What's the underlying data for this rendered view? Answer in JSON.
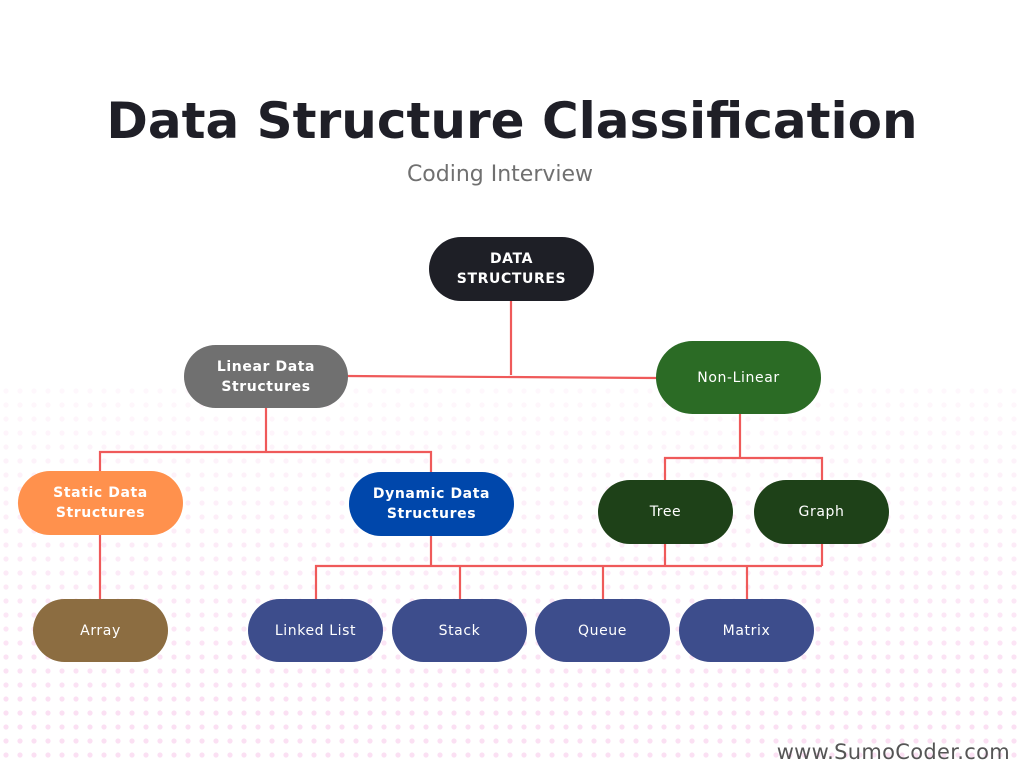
{
  "title": "Data Structure Classification",
  "subtitle": "Coding Interview",
  "footer": "www.SumoCoder.com",
  "colors": {
    "connector": "#ef5a5a",
    "root": "#1e1f26",
    "linear": "#707070",
    "static": "#ff914d",
    "dynamic": "#0047ab",
    "array": "#8c6d41",
    "nonlinear": "#2b6b25",
    "tree_graph": "#1e4118",
    "leaf": "#3d4d8c",
    "dots": "#fbe0f3"
  },
  "nodes": {
    "root": {
      "label": "DATA\nSTRUCTURES"
    },
    "linear": {
      "label": "Linear Data\nStructures"
    },
    "nonlinear": {
      "label": "Non-Linear"
    },
    "static": {
      "label": "Static Data\nStructures"
    },
    "dynamic": {
      "label": "Dynamic Data\nStructures"
    },
    "tree": {
      "label": "Tree"
    },
    "graph": {
      "label": "Graph"
    },
    "array": {
      "label": "Array"
    },
    "linked_list": {
      "label": "Linked List"
    },
    "stack": {
      "label": "Stack"
    },
    "queue": {
      "label": "Queue"
    },
    "matrix": {
      "label": "Matrix"
    }
  }
}
